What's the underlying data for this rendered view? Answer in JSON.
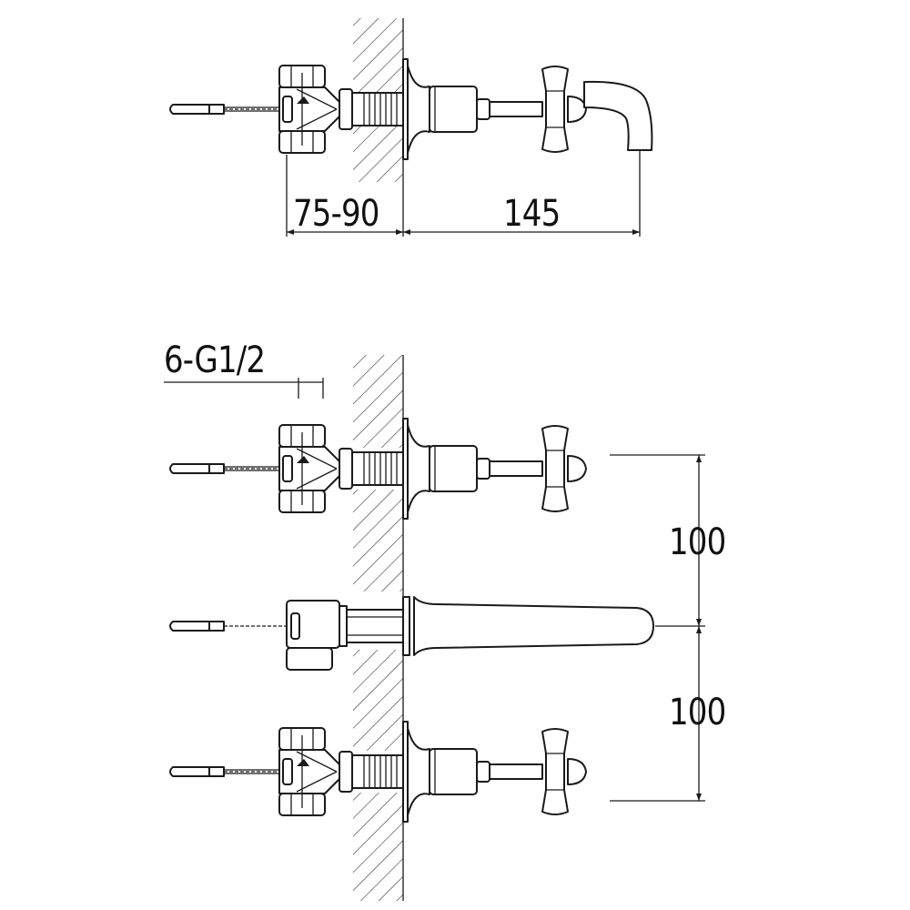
{
  "dimensions": {
    "wall_depth": "75-90",
    "spout_projection": "145",
    "connection": "6-G1/2",
    "spacing_upper": "100",
    "spacing_lower": "100"
  },
  "views": [
    "side-view-tap-with-spout",
    "front-layout-three-piece-basin-mixer"
  ]
}
